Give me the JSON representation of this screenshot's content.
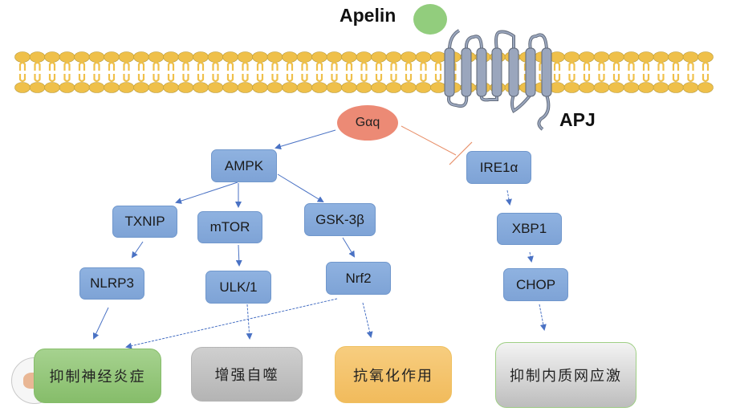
{
  "title": "Apelin/APJ signaling pathways",
  "ligand": {
    "label": "Apelin",
    "color": "#92cd7d"
  },
  "receptor": {
    "label": "APJ",
    "color": "#9aa6bd"
  },
  "membrane": {
    "color": "#efc04a"
  },
  "g_protein": {
    "label": "Gαq",
    "color": "#ec8a75"
  },
  "nodes": {
    "ampk": "AMPK",
    "ire1a": "IRE1α",
    "txnip": "TXNIP",
    "mtor": "mTOR",
    "gsk3b": "GSK-3β",
    "xbp1": "XBP1",
    "nlrp3": "NLRP3",
    "ulk1": "ULK/1",
    "nrf2": "Nrf2",
    "chop": "CHOP"
  },
  "outcomes": {
    "neuroinflammation": "抑制神经炎症",
    "autophagy": "增强自噬",
    "antioxidant": "抗氧化作用",
    "er_stress": "抑制内质网应激"
  },
  "edges": [
    {
      "from": "Gαq",
      "to": "AMPK",
      "type": "activate"
    },
    {
      "from": "Gαq",
      "to": "IRE1α",
      "type": "inhibit"
    },
    {
      "from": "AMPK",
      "to": "TXNIP",
      "type": "activate"
    },
    {
      "from": "AMPK",
      "to": "mTOR",
      "type": "activate"
    },
    {
      "from": "AMPK",
      "to": "GSK-3β",
      "type": "activate"
    },
    {
      "from": "TXNIP",
      "to": "NLRP3",
      "type": "activate"
    },
    {
      "from": "mTOR",
      "to": "ULK/1",
      "type": "activate"
    },
    {
      "from": "GSK-3β",
      "to": "Nrf2",
      "type": "activate"
    },
    {
      "from": "NLRP3",
      "to": "抑制神经炎症",
      "type": "activate"
    },
    {
      "from": "ULK/1",
      "to": "增强自噬",
      "type": "activate"
    },
    {
      "from": "Nrf2",
      "to": "抑制神经炎症",
      "type": "activate"
    },
    {
      "from": "Nrf2",
      "to": "抗氧化作用",
      "type": "activate"
    },
    {
      "from": "IRE1α",
      "to": "XBP1",
      "type": "activate"
    },
    {
      "from": "XBP1",
      "to": "CHOP",
      "type": "activate"
    },
    {
      "from": "CHOP",
      "to": "抑制内质网应激",
      "type": "activate"
    }
  ],
  "colors": {
    "activate": "#4a72c4",
    "inhibit": "#e8906a"
  }
}
